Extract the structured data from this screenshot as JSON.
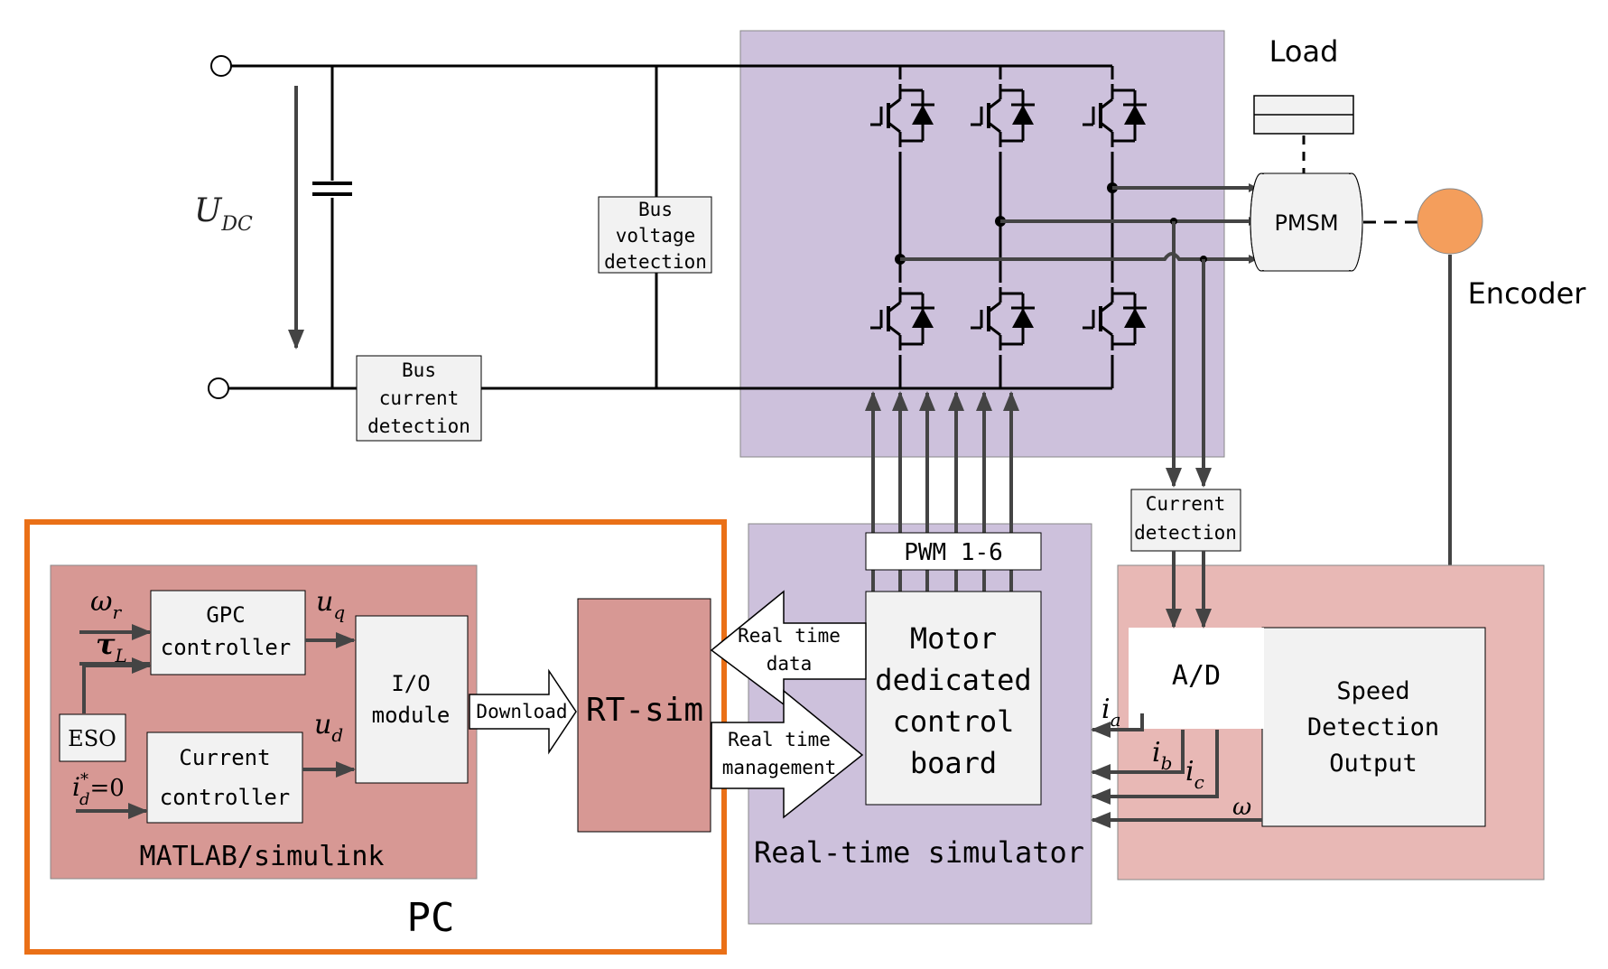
{
  "labels": {
    "udc_main": "U",
    "udc_sub": "DC",
    "bus_voltage": [
      "Bus",
      "voltage",
      "detection"
    ],
    "bus_current": [
      "Bus",
      "current",
      "detection"
    ],
    "load": "Load",
    "pmsm": "PMSM",
    "encoder": "Encoder",
    "current_detection": [
      "Current",
      "detection"
    ],
    "pwm": "PWM 1-6",
    "motor_board": [
      "Motor",
      "dedicated",
      "control",
      "board"
    ],
    "rt_data": [
      "Real time",
      "data"
    ],
    "rt_management": [
      "Real time",
      "management"
    ],
    "simulator": "Real-time simulator",
    "rt_sim": "RT-sim",
    "download": "Download",
    "io_module": [
      "I/O",
      "module"
    ],
    "gpc": [
      "GPC",
      "controller"
    ],
    "current_controller": [
      "Current",
      "controller"
    ],
    "eso": "ESO",
    "matlab": "MATLAB/simulink",
    "pc": "PC",
    "ad": "A/D",
    "speed": [
      "Speed",
      "Detection",
      "Output"
    ],
    "omega_r": "ω",
    "omega_r_sub": "r",
    "tau": "τ",
    "tau_sub": "L",
    "uq": "u",
    "uq_sub": "q",
    "ud": "u",
    "ud_sub": "d",
    "id_main": "i",
    "id_sub": "d",
    "id_sup": "*",
    "id_rest": "=0",
    "ia": "i",
    "ia_sub": "a",
    "ib": "i",
    "ib_sub": "b",
    "ic": "i",
    "ic_sub": "c",
    "omega": "ω"
  },
  "colors": {
    "inverter_bg": "#cdc1dc",
    "simulator_bg": "#cdc1dc",
    "matlab_bg": "#d79894",
    "rtsim_bg": "#d79894",
    "detect_bg": "#e8b8b5",
    "pc_border": "#ea7017",
    "encoder_fill": "#f49e5c",
    "box_fill": "#f2f2f2",
    "line": "#000000",
    "arrow_line": "#444444"
  }
}
